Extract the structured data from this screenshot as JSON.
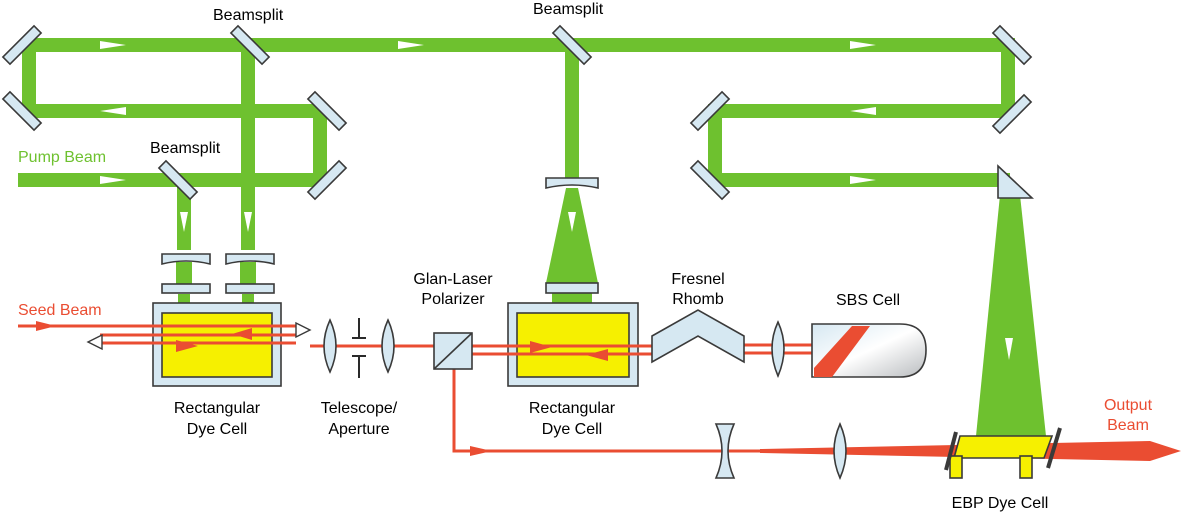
{
  "labels": {
    "beamsplit_top_left": "Beamsplit",
    "beamsplit_top_mid": "Beamsplit",
    "beamsplit_pump": "Beamsplit",
    "pump_beam": "Pump Beam",
    "seed_beam": "Seed Beam",
    "glan_laser_line1": "Glan-Laser",
    "glan_laser_line2": "Polarizer",
    "fresnel_line1": "Fresnel",
    "fresnel_line2": "Rhomb",
    "sbs_cell": "SBS Cell",
    "dye_cell1_line1": "Rectangular",
    "dye_cell1_line2": "Dye Cell",
    "telescope_line1": "Telescope/",
    "telescope_line2": "Aperture",
    "dye_cell2_line1": "Rectangular",
    "dye_cell2_line2": "Dye Cell",
    "output_line1": "Output",
    "output_line2": "Beam",
    "ebp_dye_cell": "EBP Dye Cell"
  },
  "colors": {
    "pump_green": "#6ec12f",
    "laser_red": "#ea4d32",
    "dye_yellow": "#f6f000",
    "optic_blue": "#d6e8f2"
  }
}
